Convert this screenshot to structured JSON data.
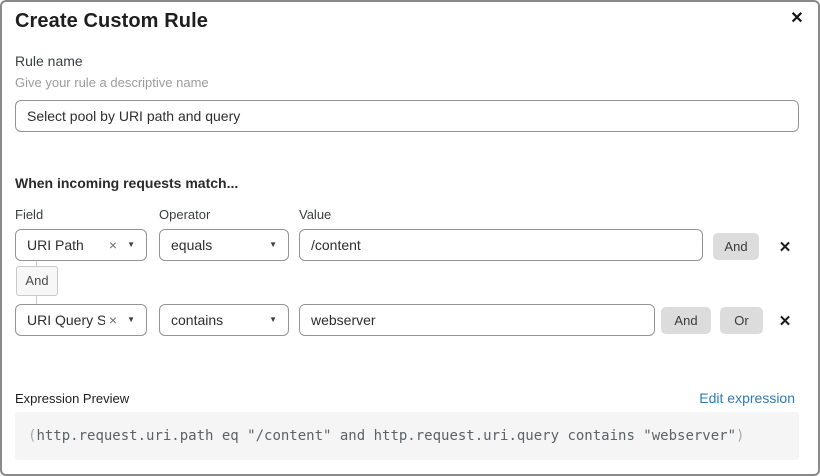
{
  "dialog": {
    "title": "Create Custom Rule"
  },
  "icons": {
    "close": "✕",
    "clear": "×",
    "caret": "▼",
    "remove": "✕"
  },
  "rule_name": {
    "label": "Rule name",
    "hint": "Give your rule a descriptive name",
    "value": "Select pool by URI path and query"
  },
  "match_builder": {
    "heading": "When incoming requests match...",
    "columns": {
      "field": "Field",
      "operator": "Operator",
      "value": "Value"
    },
    "connector_label": "And",
    "rows": [
      {
        "field": "URI Path",
        "operator": "equals",
        "value": "/content",
        "and_label": "And"
      },
      {
        "field": "URI Query St...",
        "operator": "contains",
        "value": "webserver",
        "and_label": "And",
        "or_label": "Or"
      }
    ]
  },
  "expression_preview": {
    "label": "Expression Preview",
    "edit_link": "Edit expression",
    "open_paren": "(",
    "body": "http.request.uri.path eq \"/content\" and http.request.uri.query contains \"webserver\"",
    "close_paren": ")"
  },
  "colors": {
    "link_blue": "#2e7db8",
    "button_grey": "#dcdcdc",
    "input_border_grey": "#949494",
    "code_background": "#f5f5f5",
    "dialog_border": "#8a8a8a"
  }
}
